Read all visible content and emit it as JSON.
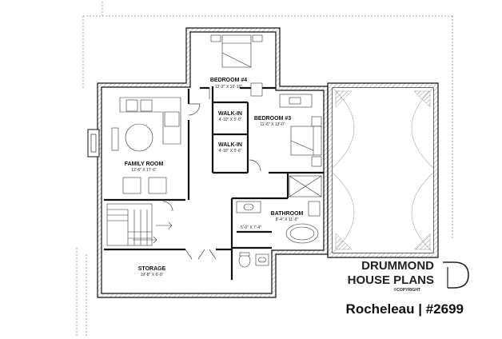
{
  "rooms": {
    "bedroom4": {
      "name": "BEDROOM #4",
      "dims": "12'-2\" X 10'-10\""
    },
    "walkin1": {
      "name": "WALK-IN",
      "dims": "4'-10\" X 5'-0\""
    },
    "walkin2": {
      "name": "WALK-IN",
      "dims": "4'-10\" X 5'-6\""
    },
    "bedroom3": {
      "name": "BEDROOM #3",
      "dims": "11'-6\" X 13'-0\""
    },
    "family": {
      "name": "FAMILY ROOM",
      "dims": "12'-6\" X 17'-6\""
    },
    "bathroom": {
      "name": "BATHROOM",
      "dims": "8'-4\" X 11'-0\""
    },
    "closet": {
      "dims": "5'-0\" X 7'-4\""
    },
    "storage": {
      "name": "STORAGE",
      "dims": "19'-8\" X 6'-0\""
    }
  },
  "branding": {
    "line1": "DRUMMOND",
    "line2": "HOUSE PLANS",
    "copyright": "©COPYRIGHT"
  },
  "footer": {
    "plan_name": "Rocheleau | #2699"
  },
  "colors": {
    "wall": "#111111",
    "hatch": "#666666",
    "dotted": "#888888"
  }
}
